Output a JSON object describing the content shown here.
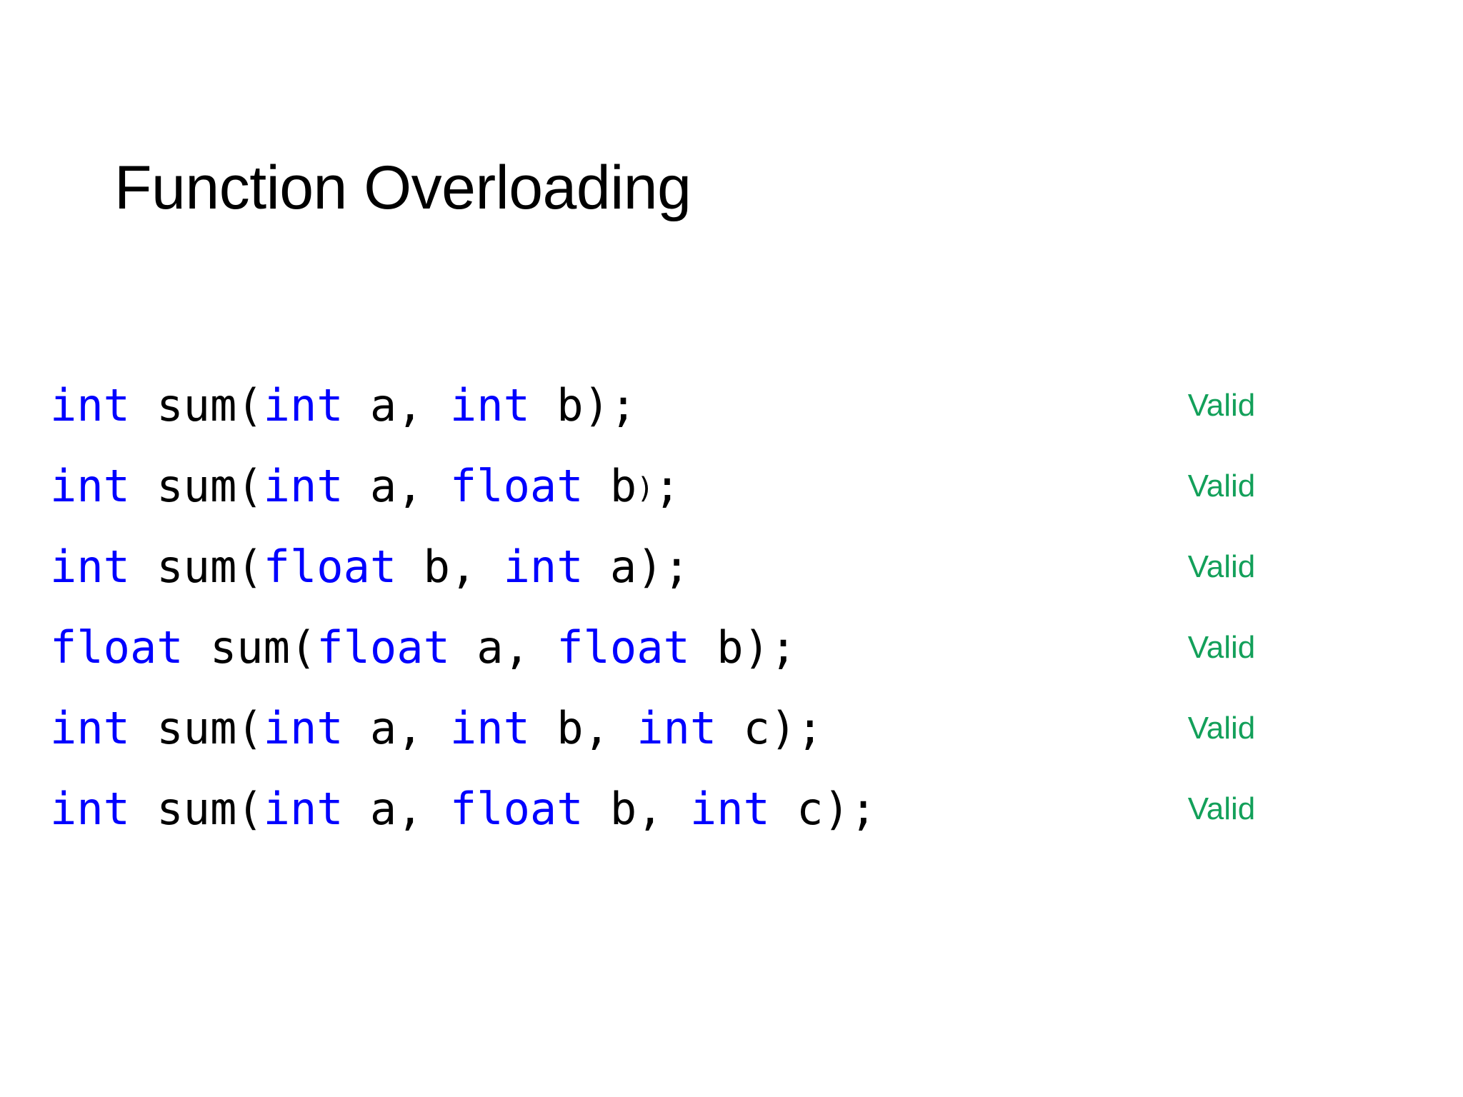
{
  "slide": {
    "title": "Function Overloading",
    "background_color": "#ffffff",
    "title_color": "#000000",
    "keyword_color": "#0000ff",
    "identifier_color": "#000000",
    "status_color": "#13a05a"
  },
  "rows": [
    {
      "code_text": "int sum(int a, int b);",
      "tokens": [
        {
          "text": "int",
          "kind": "keyword"
        },
        {
          "text": " sum(",
          "kind": "plain"
        },
        {
          "text": "int",
          "kind": "keyword"
        },
        {
          "text": " a, ",
          "kind": "plain"
        },
        {
          "text": "int",
          "kind": "keyword"
        },
        {
          "text": " b);",
          "kind": "plain"
        }
      ],
      "status": "Valid"
    },
    {
      "code_text": "int sum(int a, float b);",
      "tokens": [
        {
          "text": "int",
          "kind": "keyword"
        },
        {
          "text": " sum(",
          "kind": "plain"
        },
        {
          "text": "int",
          "kind": "keyword"
        },
        {
          "text": " a, ",
          "kind": "plain"
        },
        {
          "text": "float",
          "kind": "keyword"
        },
        {
          "text": " b",
          "kind": "plain"
        },
        {
          "text": ")",
          "kind": "small"
        },
        {
          "text": ";",
          "kind": "plain"
        }
      ],
      "status": "Valid"
    },
    {
      "code_text": "int sum(float b, int a);",
      "tokens": [
        {
          "text": "int",
          "kind": "keyword"
        },
        {
          "text": " sum(",
          "kind": "plain"
        },
        {
          "text": "float",
          "kind": "keyword"
        },
        {
          "text": " b, ",
          "kind": "plain"
        },
        {
          "text": "int",
          "kind": "keyword"
        },
        {
          "text": " a);",
          "kind": "plain"
        }
      ],
      "status": "Valid"
    },
    {
      "code_text": "float sum(float a, float b);",
      "tokens": [
        {
          "text": "float",
          "kind": "keyword"
        },
        {
          "text": " sum(",
          "kind": "plain"
        },
        {
          "text": "float",
          "kind": "keyword"
        },
        {
          "text": " a, ",
          "kind": "plain"
        },
        {
          "text": "float",
          "kind": "keyword"
        },
        {
          "text": " b);",
          "kind": "plain"
        }
      ],
      "status": "Valid"
    },
    {
      "code_text": "int sum(int a, int b, int c);",
      "tokens": [
        {
          "text": "int",
          "kind": "keyword"
        },
        {
          "text": " sum(",
          "kind": "plain"
        },
        {
          "text": "int",
          "kind": "keyword"
        },
        {
          "text": " a, ",
          "kind": "plain"
        },
        {
          "text": "int",
          "kind": "keyword"
        },
        {
          "text": " b, ",
          "kind": "plain"
        },
        {
          "text": "int",
          "kind": "keyword"
        },
        {
          "text": " c);",
          "kind": "plain"
        }
      ],
      "status": "Valid"
    },
    {
      "code_text": "int sum(int a, float b, int c);",
      "tokens": [
        {
          "text": "int",
          "kind": "keyword"
        },
        {
          "text": " sum(",
          "kind": "plain"
        },
        {
          "text": "int",
          "kind": "keyword"
        },
        {
          "text": " a, ",
          "kind": "plain"
        },
        {
          "text": "float",
          "kind": "keyword"
        },
        {
          "text": " b, ",
          "kind": "plain"
        },
        {
          "text": "int",
          "kind": "keyword"
        },
        {
          "text": " c);",
          "kind": "plain"
        }
      ],
      "status": "Valid"
    }
  ]
}
